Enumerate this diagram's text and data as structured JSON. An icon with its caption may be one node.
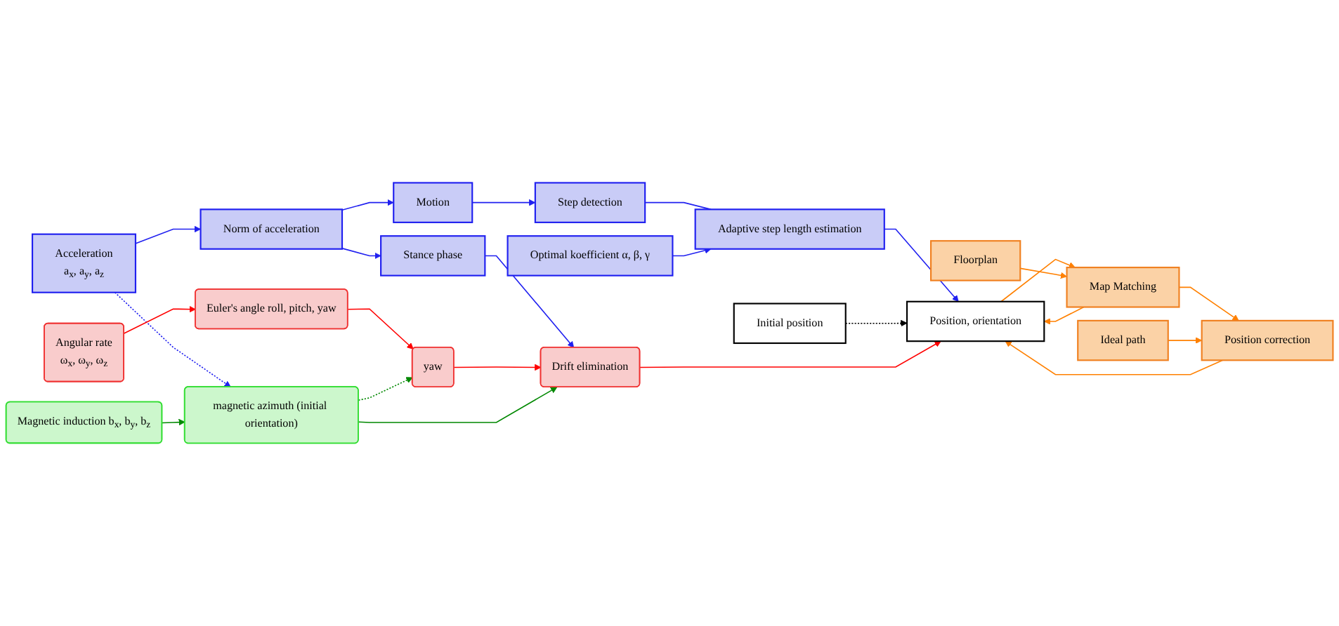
{
  "diagram": {
    "nodes": [
      {
        "text": [
          "Acceleration",
          "a$_{x}$, a$_{y}$, a$_{z}$"
        ]
      },
      {
        "text": [
          "Norm of acceleration"
        ]
      },
      {
        "text": [
          "Stance phase"
        ]
      },
      {
        "text": [
          "Motion"
        ]
      },
      {
        "text": [
          "Step detection"
        ]
      },
      {
        "text": [
          "Optimal koefficient α, β, γ"
        ]
      },
      {
        "text": [
          "Adaptive step length estimation"
        ]
      },
      {
        "text": [
          "Initial position"
        ]
      },
      {
        "text": [
          "Position, orientation"
        ]
      },
      {
        "text": [
          "Angular rate",
          "ω$_{x}$, ω$_{y}$, ω$_{z}$"
        ]
      },
      {
        "text": [
          "Euler's angle roll, pitch, yaw"
        ]
      },
      {
        "text": [
          "yaw"
        ]
      },
      {
        "text": [
          "Drift elimination"
        ]
      },
      {
        "text": [
          "Magnetic induction b$_{x}$, b$_{y}$, b$_{z}$"
        ]
      },
      {
        "text": [
          "magnetic azimuth (initial orientation)"
        ]
      },
      {
        "text": [
          "Map Matching"
        ]
      },
      {
        "text": [
          "Floorplan"
        ]
      },
      {
        "text": [
          "Position correction"
        ]
      },
      {
        "text": [
          "Ideal path"
        ]
      }
    ],
    "edges": [
      {
        "from": 0,
        "to": 1,
        "arrow": "to"
      },
      {
        "from": 1,
        "to": 2,
        "arrow": "to"
      },
      {
        "from": 1,
        "to": 3,
        "arrow": "to"
      },
      {
        "from": 2,
        "to": 12,
        "arrow": "to"
      },
      {
        "from": 3,
        "to": 4,
        "arrow": "to"
      },
      {
        "from": 4,
        "to": 6,
        "arrow": "none"
      },
      {
        "from": 5,
        "to": 6,
        "arrow": "to"
      },
      {
        "from": 6,
        "to": 8,
        "arrow": "to"
      },
      {
        "from": 7,
        "to": 8,
        "arrow": "to",
        "style": "dashed",
        "color": "#000000"
      },
      {
        "from": 0,
        "to": 14,
        "arrow": "to",
        "style": "dashed"
      },
      {
        "from": 9,
        "to": 10,
        "arrow": "to",
        "color": "#ff0000"
      },
      {
        "from": 10,
        "to": 11,
        "arrow": "to",
        "color": "#ff0000"
      },
      {
        "from": 11,
        "to": 12,
        "arrow": "to",
        "color": "#ff0000"
      },
      {
        "from": 12,
        "to": 8,
        "arrow": "to",
        "color": "#ff0000"
      },
      {
        "from": 13,
        "to": 14,
        "arrow": "to",
        "color": "#008800"
      },
      {
        "from": 14,
        "to": 11,
        "arrow": "to",
        "style": "dashed",
        "color": "#008800"
      },
      {
        "from": 14,
        "to": 12,
        "arrow": "to",
        "color": "#008800"
      },
      {
        "from": 8,
        "to": 15,
        "arrow": "to",
        "color": "#ff8000"
      },
      {
        "from": 16,
        "to": 15,
        "arrow": "to",
        "color": "#ff8000"
      },
      {
        "from": 15,
        "to": 17,
        "arrow": "to",
        "color": "#ff8000"
      },
      {
        "from": 18,
        "to": 17,
        "arrow": "to",
        "color": "#ff8000"
      },
      {
        "from": 15,
        "to": 8,
        "arrow": "to",
        "color": "#ff8000"
      },
      {
        "from": 17,
        "to": 8,
        "arrow": "to",
        "color": "#ff8000"
      }
    ]
  }
}
